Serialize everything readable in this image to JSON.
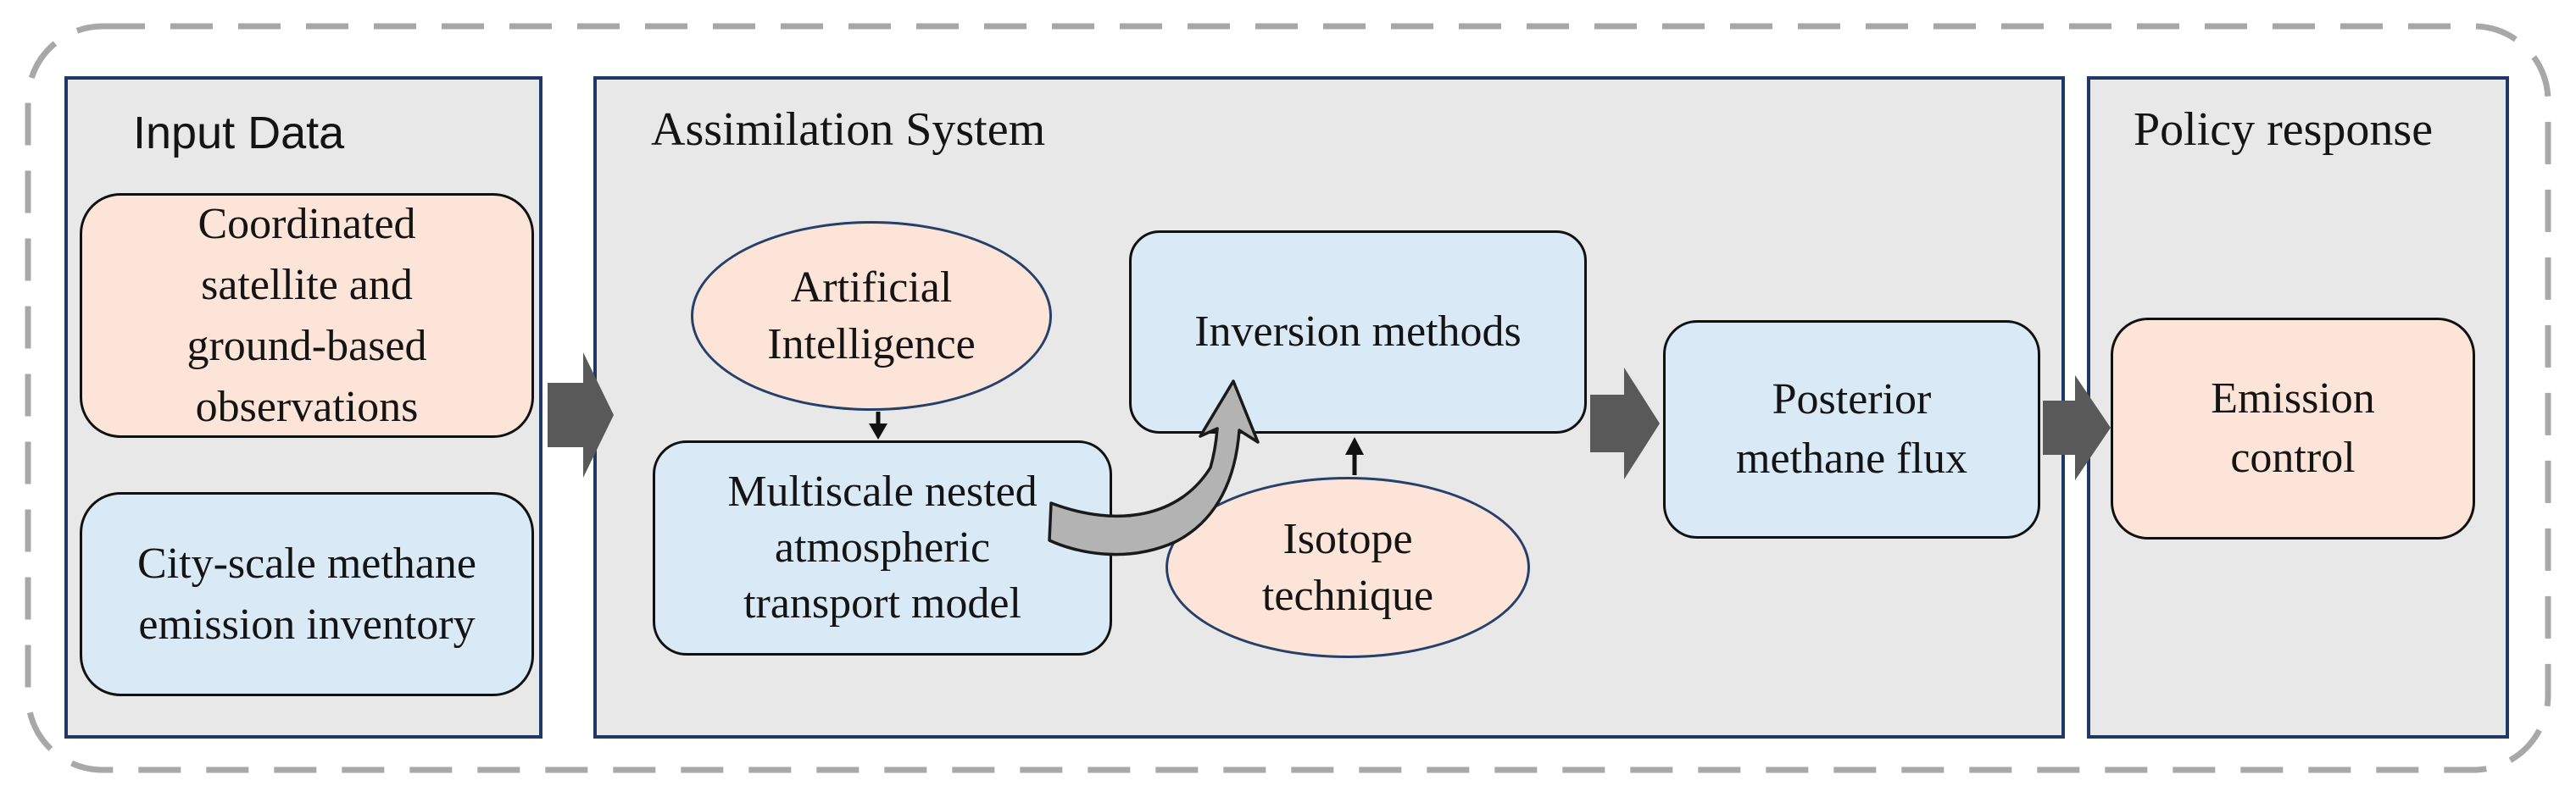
{
  "panels": {
    "input": {
      "label": "Input Data",
      "observations_box": {
        "lines": [
          "Coordinated",
          "satellite and",
          "ground-based",
          "observations"
        ]
      },
      "inventory_box": {
        "lines": [
          "City-scale methane",
          "emission inventory"
        ]
      }
    },
    "assimilation": {
      "label": "Assimilation System",
      "ai_ellipse": {
        "lines": [
          "Artificial",
          "Intelligence"
        ]
      },
      "transport_box": {
        "lines": [
          "Multiscale nested",
          "atmospheric",
          "transport model"
        ]
      },
      "inversion_box": {
        "label": "Inversion methods"
      },
      "isotope_ellipse": {
        "lines": [
          "Isotope",
          "technique"
        ]
      },
      "posterior_box": {
        "lines": [
          "Posterior",
          "methane flux"
        ]
      }
    },
    "policy": {
      "label": "Policy response",
      "emission_box": {
        "lines": [
          "Emission",
          "control"
        ]
      }
    }
  },
  "colors": {
    "panel_fill": "#e8e8e8",
    "panel_border": "#1f3864",
    "peach_fill": "#fce5d8",
    "blue_fill": "#d9e9f6",
    "box_border": "#111111",
    "ellipse_border": "#24406b",
    "block_arrow": "#595959",
    "curved_arrow_fill": "#b3b3b3",
    "curved_arrow_outline": "#1a1a1a",
    "dashed_border": "#a8a8a8",
    "text": "#141414"
  }
}
